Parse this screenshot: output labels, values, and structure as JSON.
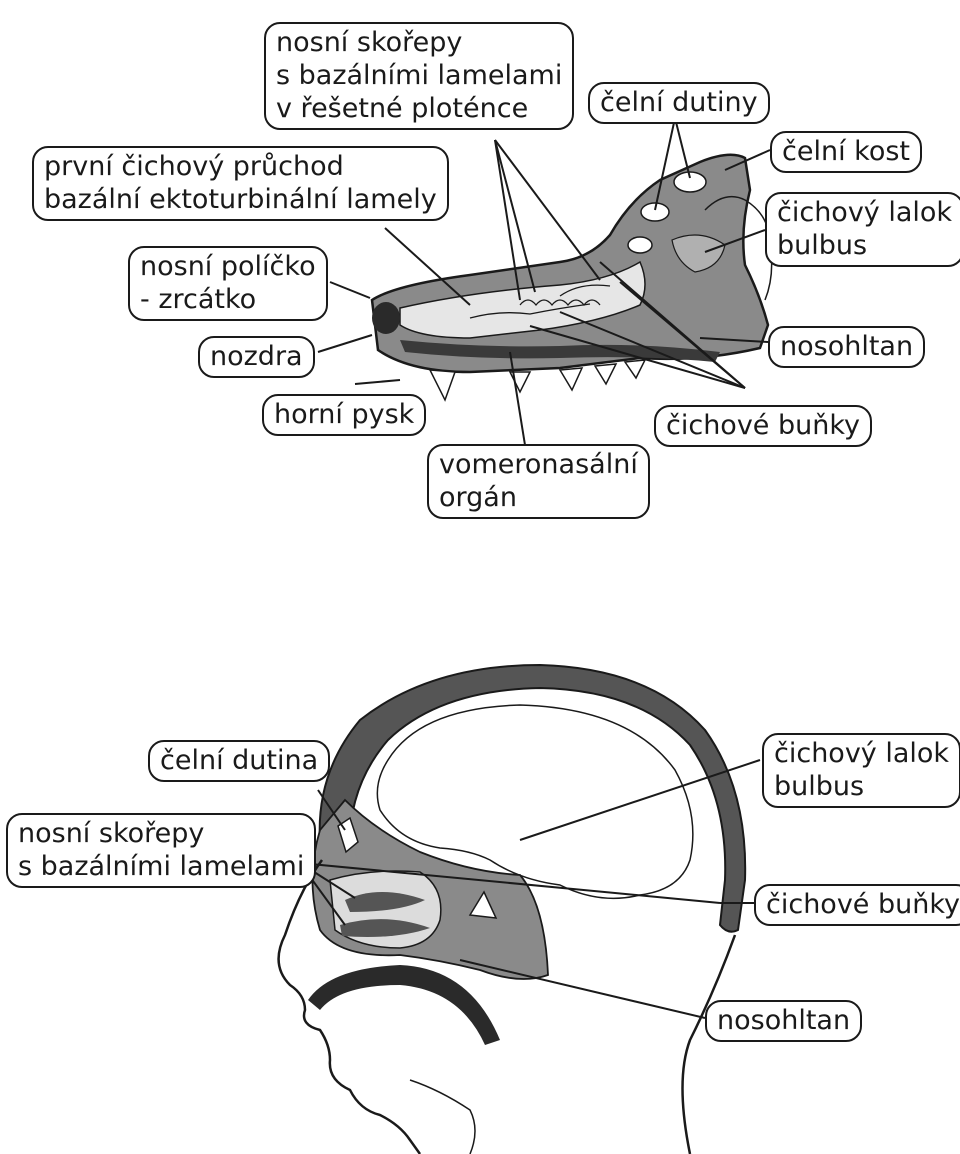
{
  "colors": {
    "ink": "#1a1a1a",
    "bone": "#7d7d7d",
    "dark_tissue": "#3a3a3a",
    "paper": "#ffffff"
  },
  "top_diagram": {
    "labels": {
      "nasal_turbinates": [
        "nosní skořepy",
        "s bazálními lamelami",
        "v řešetné ploténce"
      ],
      "frontal_sinuses": [
        "čelní dutiny"
      ],
      "frontal_bone": [
        "čelní kost"
      ],
      "olfactory_bulb": [
        "čichový lalok",
        "bulbus"
      ],
      "first_olfactory_passage": [
        "první čichový průchod",
        "bazální ektoturbinální lamely"
      ],
      "nasal_plate": [
        "nosní políčko",
        "- zrcátko"
      ],
      "nostril": [
        "nozdra"
      ],
      "nasopharynx": [
        "nosohltan"
      ],
      "upper_lip": [
        "horní pysk"
      ],
      "olfactory_cells": [
        "čichové buňky"
      ],
      "vomeronasal_organ": [
        "vomeronasální",
        "orgán"
      ]
    }
  },
  "bottom_diagram": {
    "labels": {
      "frontal_sinus": [
        "čelní dutina"
      ],
      "olfactory_bulb": [
        "čichový lalok",
        "bulbus"
      ],
      "nasal_turbinates": [
        "nosní skořepy",
        "s bazálními lamelami"
      ],
      "olfactory_cells": [
        "čichové buňky"
      ],
      "nasopharynx": [
        "nosohltan"
      ]
    }
  }
}
